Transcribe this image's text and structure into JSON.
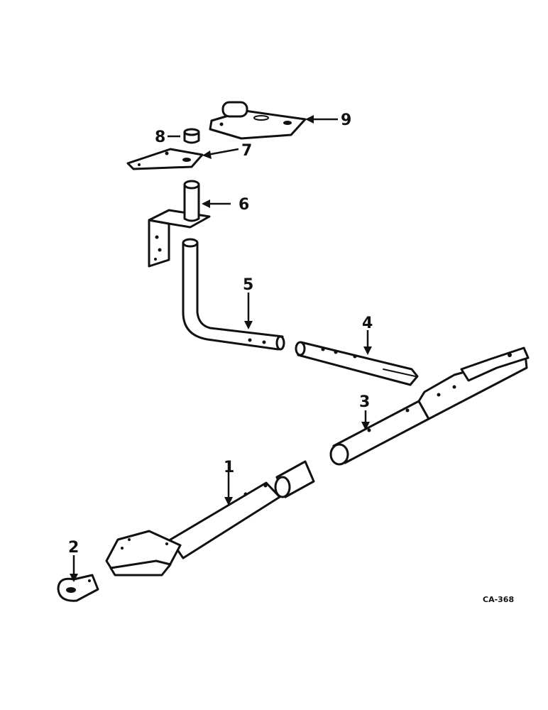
{
  "diagram": {
    "callouts": [
      "1",
      "2",
      "3",
      "4",
      "5",
      "6",
      "7",
      "8",
      "9"
    ],
    "figure_code": "CA-368"
  },
  "colors": {
    "ink": "#111111",
    "paper": "#ffffff"
  }
}
